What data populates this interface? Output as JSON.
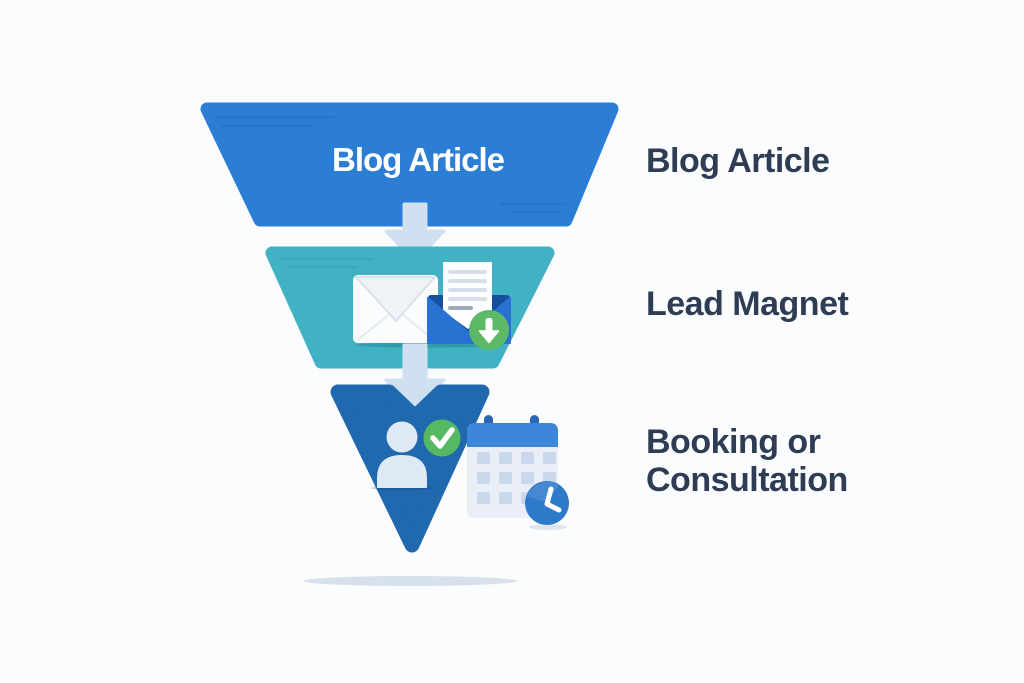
{
  "diagram": {
    "type": "marketing-funnel",
    "background_color": "#fbfcfe",
    "label_color": "#2e3d54",
    "arrow_color": "#cfe0f0",
    "ground_shadow_color": "#d6e1eb",
    "stage1": {
      "funnel_label": "Blog Article",
      "side_label": "Blog Article",
      "color": "#2b7ed4"
    },
    "stage2": {
      "side_label": "Lead Magnet",
      "color": "#41b2c4",
      "icons": [
        "closed-envelope-icon",
        "document-icon",
        "open-envelope-icon",
        "download-badge-icon"
      ],
      "open_envelope_color": "#2a72d2",
      "download_badge_color": "#5cba66"
    },
    "stage3": {
      "side_label_line1": "Booking or",
      "side_label_line2": "Consultation",
      "color": "#2069ae",
      "icons": [
        "person-icon",
        "check-badge-icon",
        "calendar-icon",
        "clock-icon"
      ],
      "check_badge_color": "#57b863",
      "calendar_header_color": "#3e86d9",
      "clock_color": "#2d79ca"
    }
  }
}
